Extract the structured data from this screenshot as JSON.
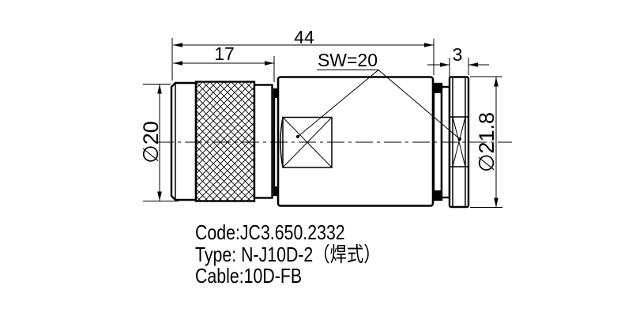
{
  "drawing": {
    "dimensions": {
      "overall_length": "44",
      "front_section_length": "17",
      "wrench_flats": "SW=20",
      "flange_thickness": "3",
      "front_diameter": "∅20",
      "flange_diameter": "∅21.8"
    },
    "notes": {
      "code": "Code:JC3.650.2332",
      "type": "Type: N-J10D-2（焊式）",
      "cable": "Cable:10D-FB"
    },
    "colors": {
      "line": "#000000",
      "background": "#ffffff"
    }
  }
}
